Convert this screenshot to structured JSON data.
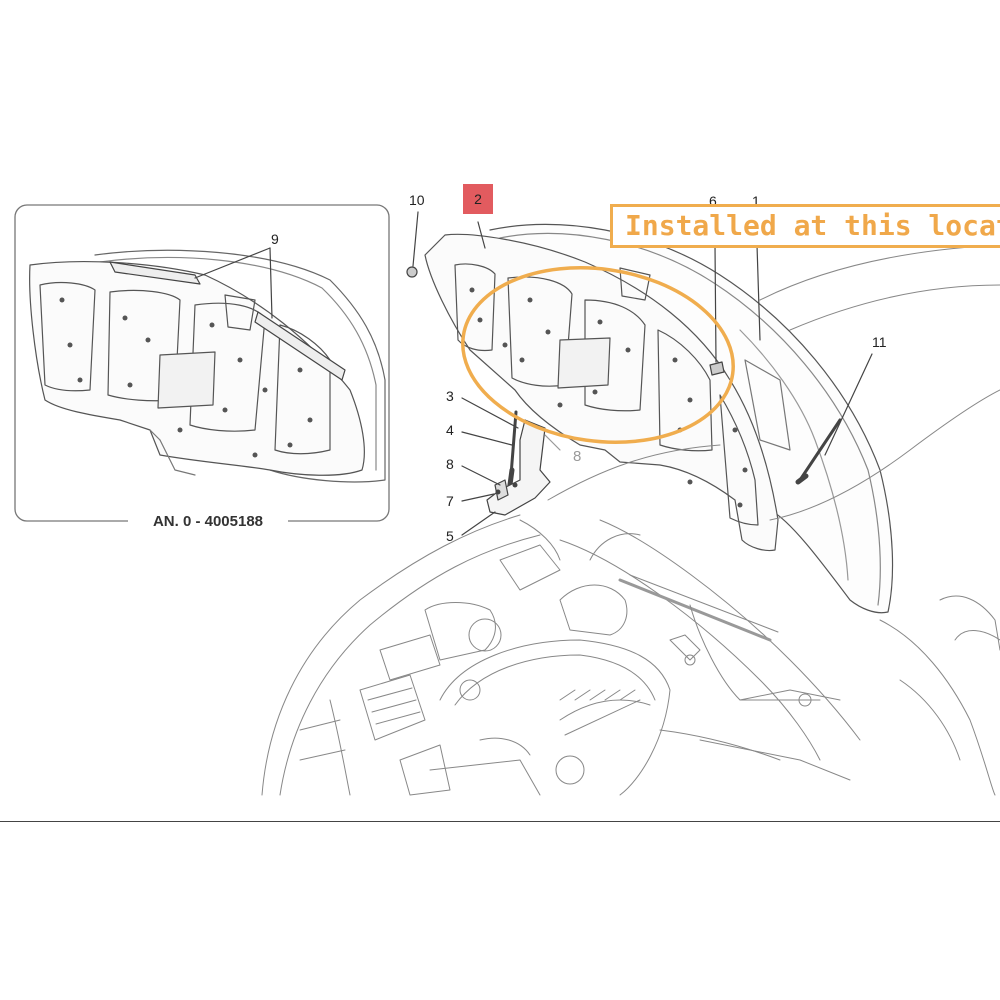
{
  "inset": {
    "caption": "AN. 0 - 4005188",
    "callout": "9"
  },
  "callouts": {
    "c1": "1",
    "c2": "2",
    "c3": "3",
    "c4": "4",
    "c5": "5",
    "c6": "6",
    "c7": "7",
    "c8a": "8",
    "c8b": "8",
    "c10": "10",
    "c11": "11"
  },
  "highlight": {
    "part": "2",
    "color": "#e25b5f"
  },
  "annotation": {
    "text": "Installed at this location",
    "color": "#f0a84a"
  }
}
